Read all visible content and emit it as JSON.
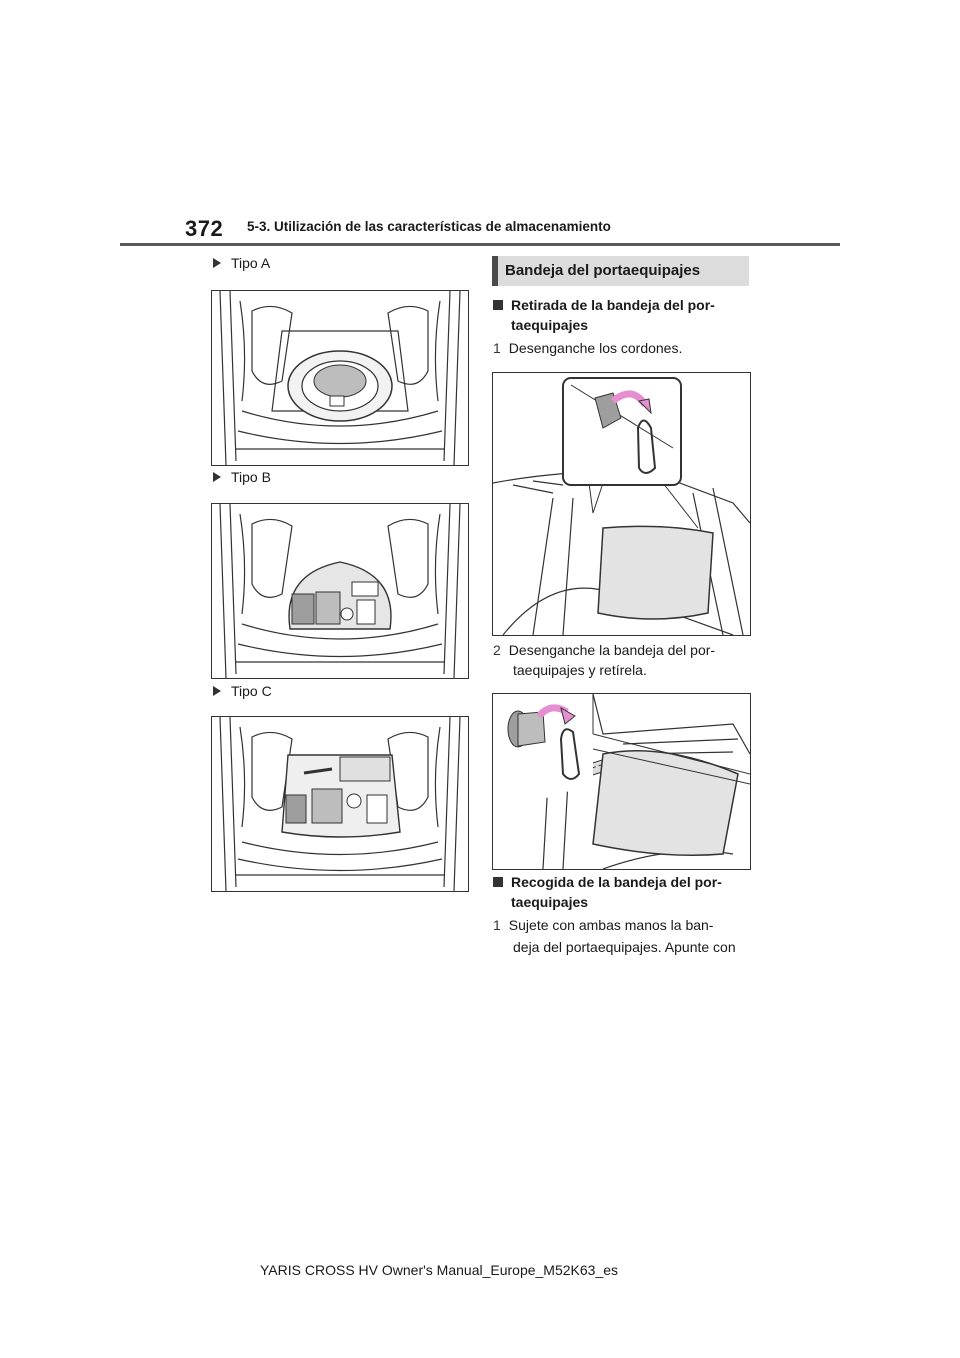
{
  "header": {
    "page_number": "372",
    "section": "5-3. Utilización de las características de almacenamiento"
  },
  "left_column": {
    "types": [
      {
        "label": "Tipo A",
        "figure": "trunk-spare-tire-illustration"
      },
      {
        "label": "Tipo B",
        "figure": "trunk-tray-illustration"
      },
      {
        "label": "Tipo C",
        "figure": "trunk-tray-illustration"
      }
    ]
  },
  "right_column": {
    "banner": "Bandeja del portaequipajes",
    "removal": {
      "heading_line1": "Retirada de la bandeja del por-",
      "heading_line2": "taequipajes",
      "step1_num": "1",
      "step1_text": "Desenganche los cordones.",
      "step2_num": "2",
      "step2_line1": "Desenganche la bandeja del por-",
      "step2_line2": "taequipajes y retírela."
    },
    "storage": {
      "heading_line1": "Recogida de la bandeja del por-",
      "heading_line2": "taequipajes",
      "step1_num": "1",
      "step1_line1": "Sujete con ambas manos la ban-",
      "step1_line2": "deja del portaequipajes. Apunte con"
    },
    "arrow_color": "#e58fd0"
  },
  "footer": {
    "text": "YARIS CROSS HV Owner's Manual_Europe_M52K63_es"
  }
}
